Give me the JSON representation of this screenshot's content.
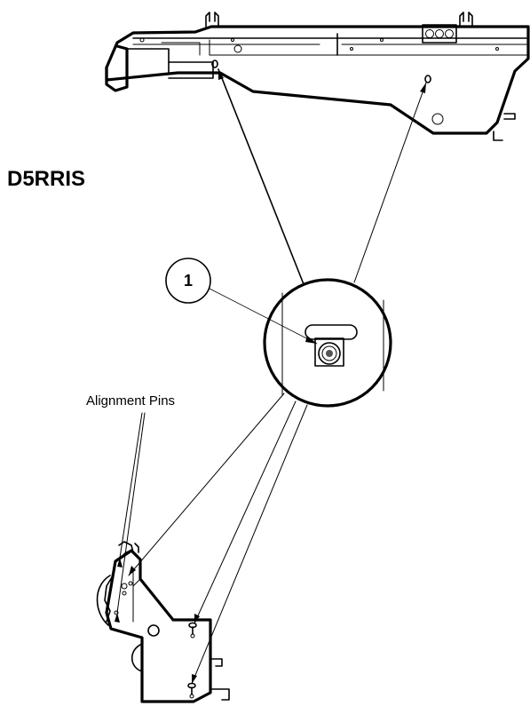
{
  "labels": {
    "model": "D5RRIS",
    "alignment_pins": "Alignment Pins",
    "callout_number": "1"
  },
  "colors": {
    "line": "#000000",
    "background": "#ffffff",
    "pin_housing": "#a9a9a9"
  }
}
